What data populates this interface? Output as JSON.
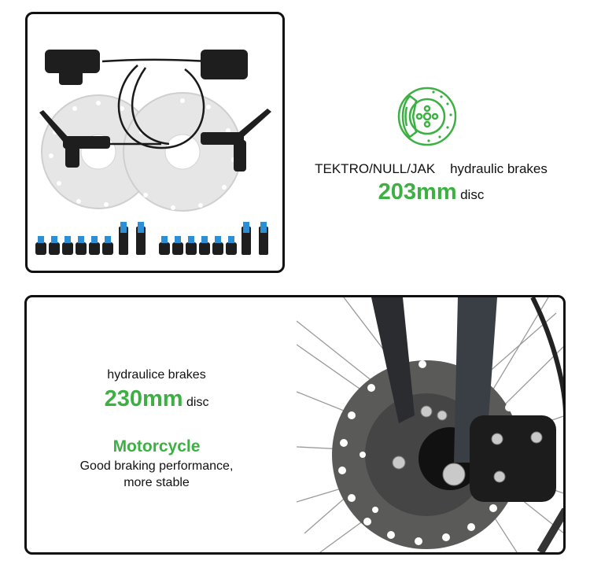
{
  "top_section": {
    "image_alt": "hydraulic disc brake kit with calipers, levers, rotors and bolts",
    "icon": "brake-disc-icon",
    "brand_line": "TEKTRO/NULL/JAK",
    "type_line": "hydraulic brakes",
    "size": "203mm",
    "size_unit": "disc"
  },
  "bottom_section": {
    "image_alt": "motorcycle front wheel disc brake close-up",
    "type_line": "hydraulice brakes",
    "size": "230mm",
    "size_unit": "disc",
    "category": "Motorcycle",
    "desc_line1": "Good braking performance,",
    "desc_line2": "more stable"
  },
  "colors": {
    "accent": "#3db043",
    "border": "#111111"
  }
}
